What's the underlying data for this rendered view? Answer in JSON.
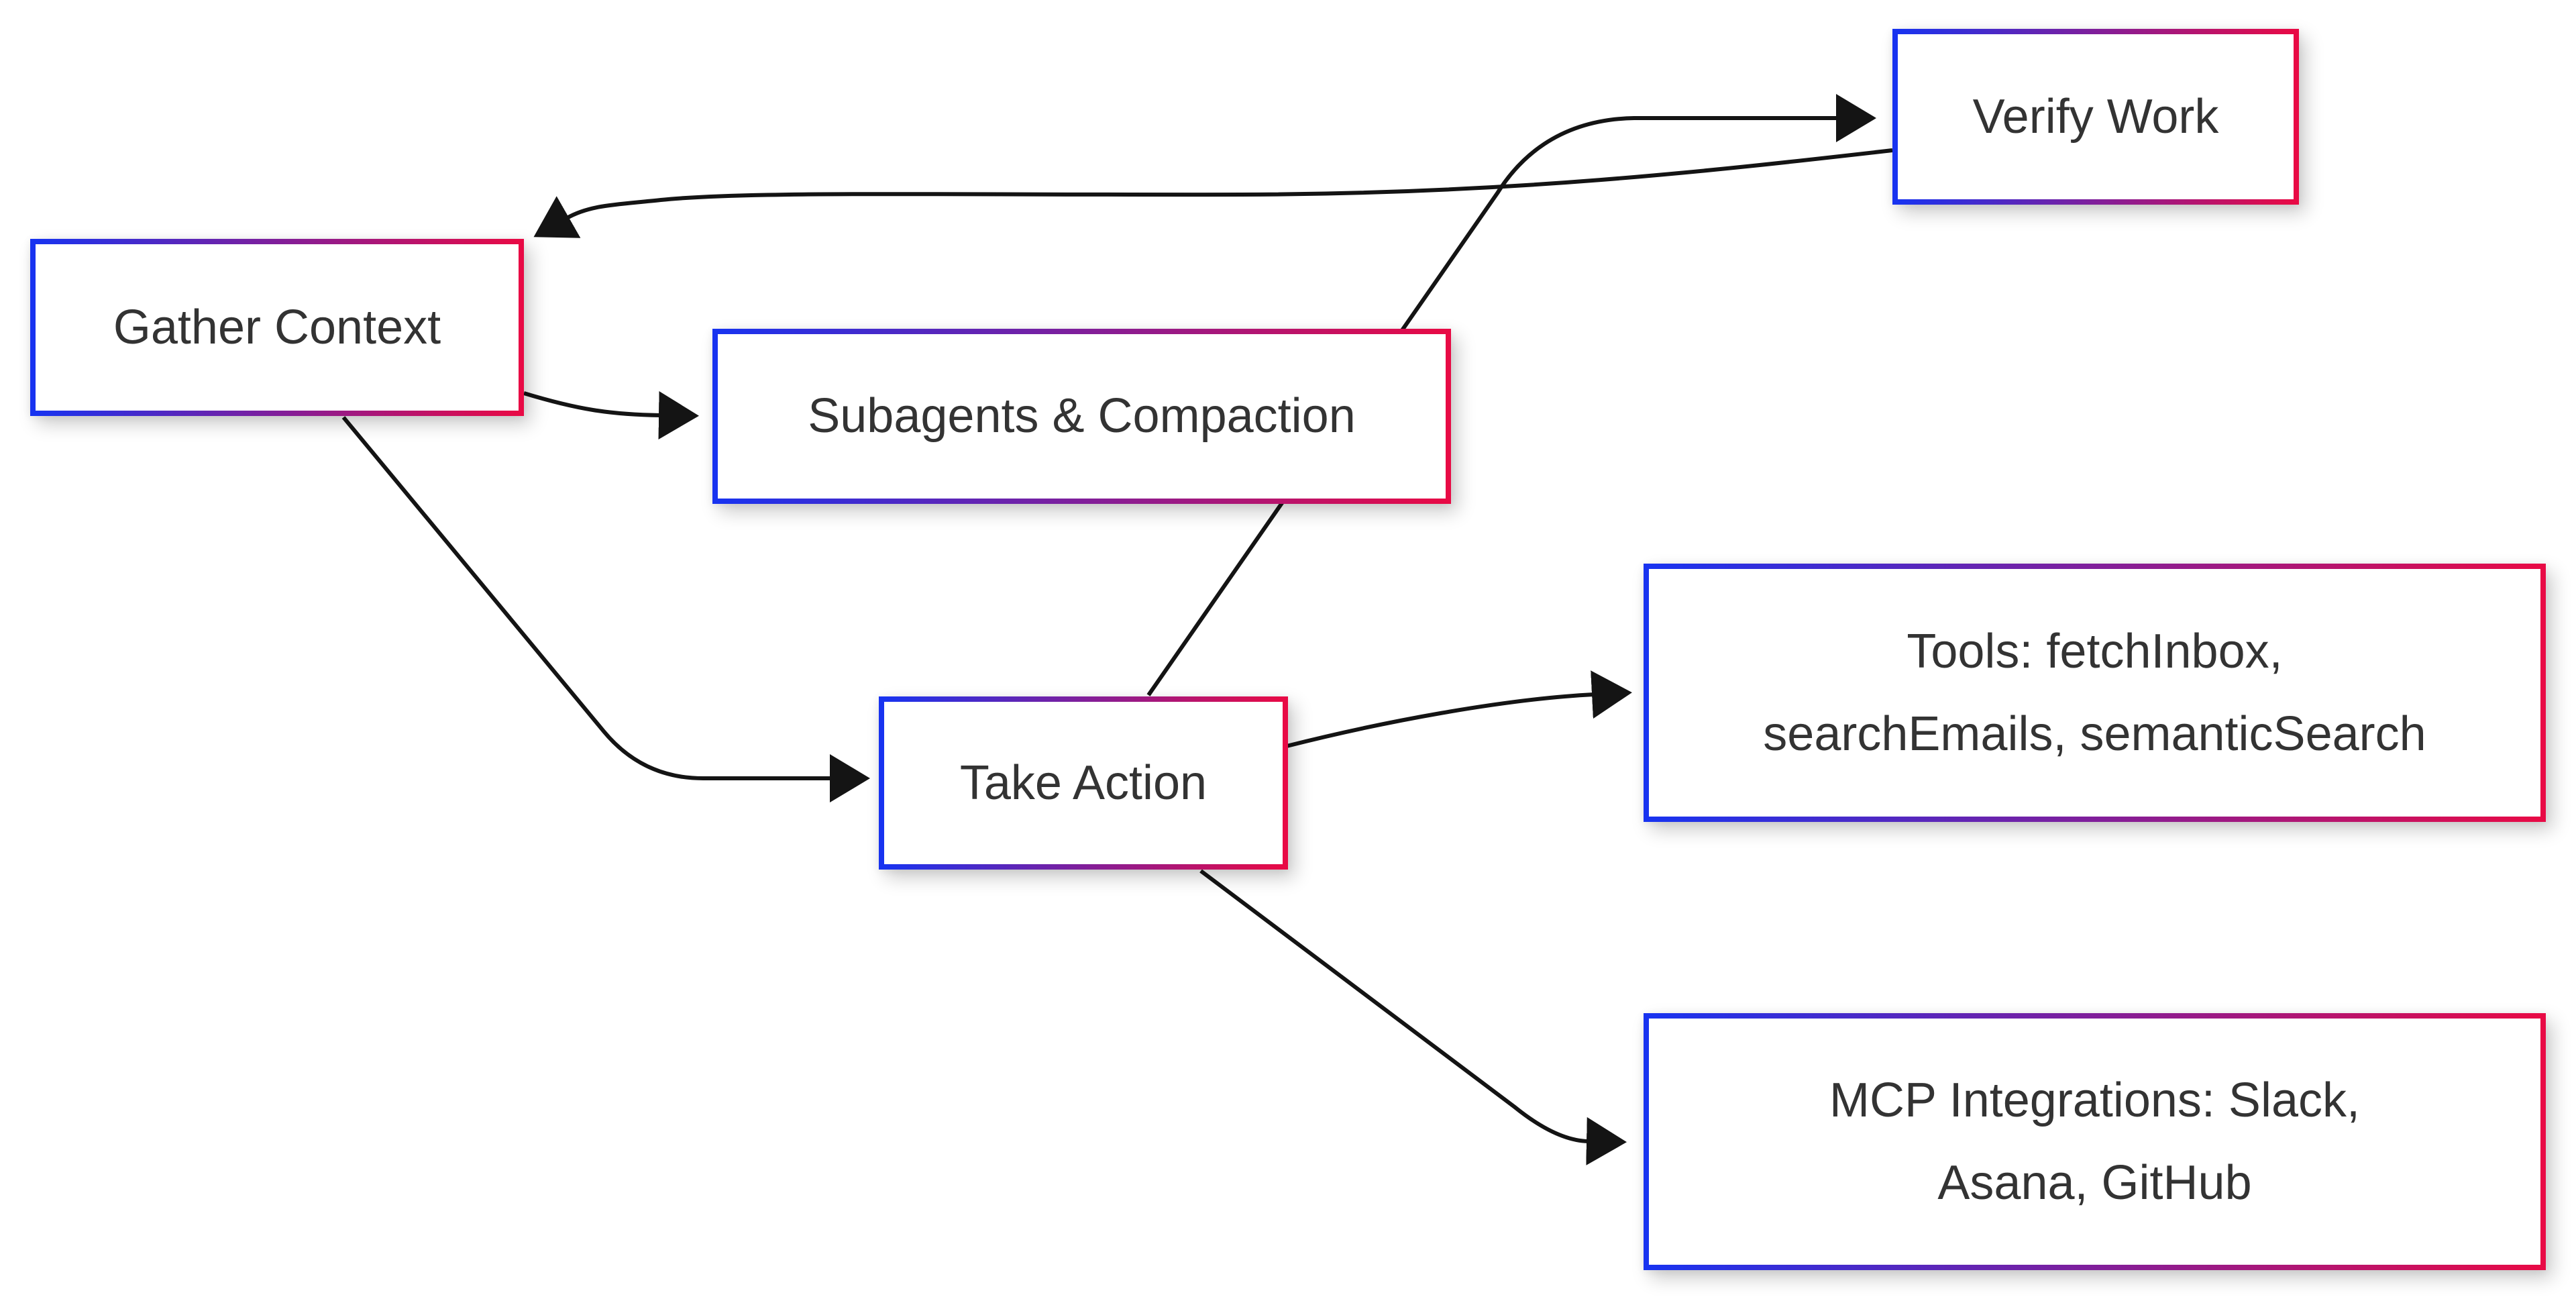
{
  "diagram": {
    "type": "flowchart",
    "colors": {
      "border_gradient_start": "#1833f0",
      "border_gradient_end": "#e80a45",
      "connector": "#141414",
      "text": "#333333",
      "node_background": "#ffffff",
      "canvas_background": "#ffffff"
    },
    "nodes": [
      {
        "id": "gather-context",
        "label": "Gather Context"
      },
      {
        "id": "verify-work",
        "label": "Verify Work"
      },
      {
        "id": "subagents-compaction",
        "label": "Subagents & Compaction"
      },
      {
        "id": "take-action",
        "label": "Take Action"
      },
      {
        "id": "tools",
        "label": "Tools: fetchInbox, searchEmails, semanticSearch",
        "lines": [
          "Tools: fetchInbox,",
          "searchEmails, semanticSearch"
        ]
      },
      {
        "id": "mcp-integrations",
        "label": "MCP Integrations: Slack, Asana, GitHub",
        "lines": [
          "MCP Integrations: Slack,",
          "Asana, GitHub"
        ]
      }
    ],
    "edges": [
      {
        "from": "gather-context",
        "to": "subagents-compaction"
      },
      {
        "from": "gather-context",
        "to": "take-action"
      },
      {
        "from": "take-action",
        "to": "verify-work"
      },
      {
        "from": "verify-work",
        "to": "gather-context"
      },
      {
        "from": "take-action",
        "to": "tools"
      },
      {
        "from": "take-action",
        "to": "mcp-integrations"
      }
    ]
  }
}
